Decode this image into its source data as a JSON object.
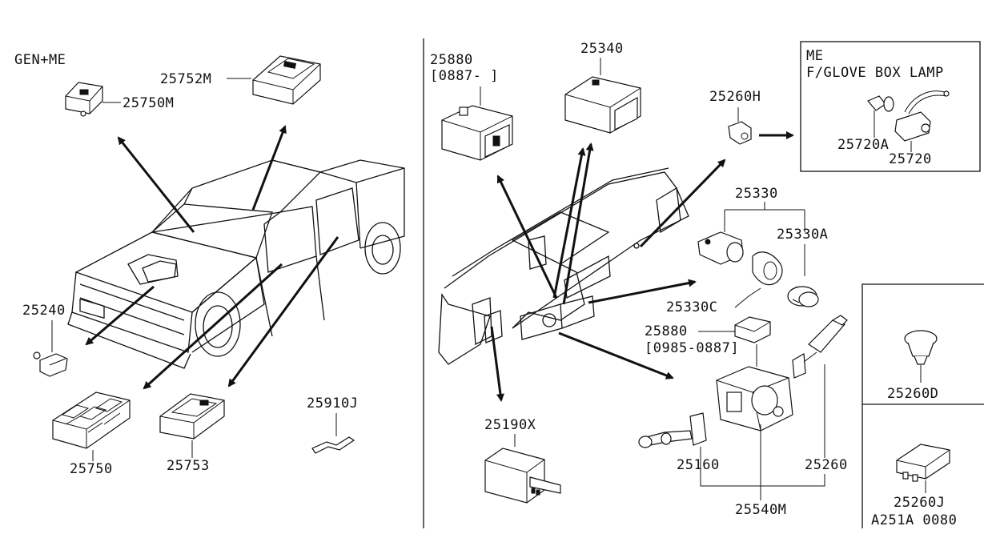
{
  "labels": {
    "gen_me": "GEN+ME",
    "p25752M": "25752M",
    "p25750M": "25750M",
    "p25240": "25240",
    "p25750": "25750",
    "p25753": "25753",
    "p25910J": "25910J",
    "p25880_top": "25880",
    "p25880_top_range": "[0887-      ]",
    "p25340": "25340",
    "p25260H": "25260H",
    "me_box_title1": "ME",
    "me_box_title2": "F/GLOVE BOX LAMP",
    "p25720A": "25720A",
    "p25720": "25720",
    "p25330": "25330",
    "p25330A": "25330A",
    "p25330C": "25330C",
    "p25880_mid": "25880",
    "p25880_mid_range": "[0985-0887]",
    "p25190X": "25190X",
    "p25160": "25160",
    "p25260": "25260",
    "p25540M": "25540M",
    "p25260D": "25260D",
    "p25260J": "25260J",
    "diagram_code": "A251A 0080"
  }
}
